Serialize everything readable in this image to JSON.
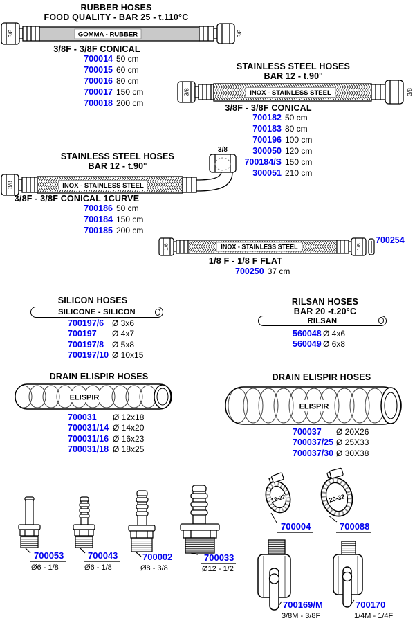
{
  "colors": {
    "part_number_blue": "#0000ee",
    "hose_gray": "#c9c9c9"
  },
  "sections": {
    "rubber": {
      "title1": "RUBBER HOSES",
      "title2": "FOOD QUALITY - BAR 25 - t.110°C",
      "label": "GOMMA - RUBBER",
      "end": "3/8",
      "subtitle": "3/8F - 3/8F CONICAL",
      "items": [
        {
          "pn": "700014",
          "size": "50 cm"
        },
        {
          "pn": "700015",
          "size": "60 cm"
        },
        {
          "pn": "700016",
          "size": "80 cm"
        },
        {
          "pn": "700017",
          "size": "150 cm"
        },
        {
          "pn": "700018",
          "size": "200 cm"
        }
      ]
    },
    "inox": {
      "title1": "STAINLESS STEEL HOSES",
      "title2": "BAR 12 - t.90°",
      "label": "INOX - STAINLESS STEEL",
      "end": "3/8",
      "subtitle": "3/8F - 3/8F CONICAL",
      "items": [
        {
          "pn": "700182",
          "size": "50 cm"
        },
        {
          "pn": "700183",
          "size": "80 cm"
        },
        {
          "pn": "700196",
          "size": "100 cm"
        },
        {
          "pn": "300050",
          "size": "120 cm"
        },
        {
          "pn": "700184/S",
          "size": "150 cm"
        },
        {
          "pn": "300051",
          "size": "210 cm"
        }
      ]
    },
    "inox_curve": {
      "title1": "STAINLESS STEEL HOSES",
      "title2": "BAR 12 - t.90°",
      "label": "INOX - STAINLESS STEEL",
      "end": "3/8",
      "elbow": "3/8",
      "subtitle": "3/8F - 3/8F CONICAL 1CURVE",
      "items": [
        {
          "pn": "700186",
          "size": "50 cm"
        },
        {
          "pn": "700184",
          "size": "150 cm"
        },
        {
          "pn": "700185",
          "size": "200 cm"
        }
      ]
    },
    "flat": {
      "label": "INOX - STAINLESS STEEL",
      "end": "1/8",
      "washer_pn": "700254",
      "subtitle": "1/8 F - 1/8 F  FLAT",
      "items": [
        {
          "pn": "700250",
          "size": "37 cm"
        }
      ]
    },
    "silicon": {
      "title1": "SILICON HOSES",
      "label": "SILICONE - SILICON",
      "items": [
        {
          "pn": "700197/6",
          "size": "Ø 3x6"
        },
        {
          "pn": "700197",
          "size": "Ø 4x7"
        },
        {
          "pn": "700197/8",
          "size": "Ø 5x8"
        },
        {
          "pn": "700197/10",
          "size": "Ø 10x15"
        }
      ]
    },
    "rilsan": {
      "title1": "RILSAN HOSES",
      "title2": "BAR 20 -t.20°C",
      "label": "RILSAN",
      "items": [
        {
          "pn": "560048",
          "size": "Ø 4x6"
        },
        {
          "pn": "560049",
          "size": "Ø 6x8"
        }
      ]
    },
    "elispir_left": {
      "title1": "DRAIN ELISPIR HOSES",
      "label": "ELISPIR",
      "items": [
        {
          "pn": "700031",
          "size": "Ø 12x18"
        },
        {
          "pn": "700031/14",
          "size": "Ø 14x20"
        },
        {
          "pn": "700031/16",
          "size": "Ø 16x23"
        },
        {
          "pn": "700031/18",
          "size": "Ø 18x25"
        }
      ]
    },
    "elispir_right": {
      "title1": "DRAIN ELISPIR HOSES",
      "label": "ELISPIR",
      "items": [
        {
          "pn": "700037",
          "size": "Ø 20X26"
        },
        {
          "pn": "700037/25",
          "size": "Ø 25X33"
        },
        {
          "pn": "700037/30",
          "size": "Ø 30X38"
        }
      ]
    }
  },
  "fittings": [
    {
      "pn": "700053",
      "size": "Ø6 - 1/8"
    },
    {
      "pn": "700043",
      "size": "Ø6 - 1/8"
    },
    {
      "pn": "700002",
      "size": "Ø8 - 3/8"
    },
    {
      "pn": "700033",
      "size": "Ø12 - 1/2"
    }
  ],
  "clamps": [
    {
      "pn": "700004",
      "range": "12-22"
    },
    {
      "pn": "700088",
      "range": "20-32"
    }
  ],
  "valves": [
    {
      "pn": "700169/M",
      "size": "3/8M - 3/8F"
    },
    {
      "pn": "700170",
      "size": "1/4M - 1/4F"
    }
  ]
}
